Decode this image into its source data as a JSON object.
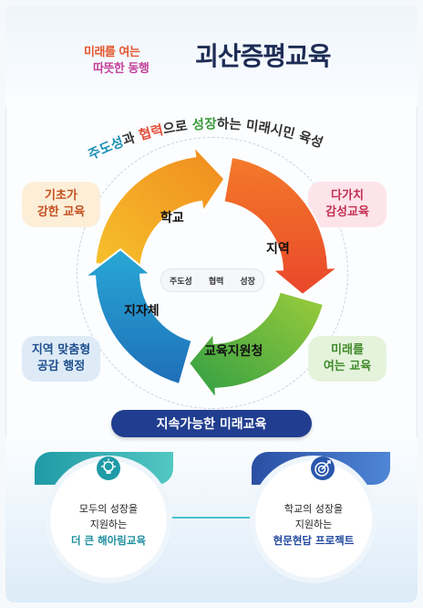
{
  "header": {
    "logo_line1": "미래를 여는",
    "logo_line2": "따뜻한 동행",
    "title": "괴산증평교육"
  },
  "slogan": {
    "parts": [
      {
        "text": "주도성",
        "color": "#1a8fb5"
      },
      {
        "text": "과 ",
        "color": "#333333"
      },
      {
        "text": "협력",
        "color": "#e24f3b"
      },
      {
        "text": "으로 ",
        "color": "#333333"
      },
      {
        "text": "성장",
        "color": "#3c9b3c"
      },
      {
        "text": "하는 미래시민 육성",
        "color": "#333333"
      }
    ]
  },
  "side_labels": {
    "top_left": [
      "기초가",
      "강한 교육"
    ],
    "top_right": [
      "다가치",
      "감성교육"
    ],
    "bottom_left": [
      "지역 맞춤형",
      "공감 행정"
    ],
    "bottom_right": [
      "미래를",
      "여는 교육"
    ]
  },
  "cycle": {
    "segments": [
      {
        "label": "학교",
        "color_from": "#f6c12c",
        "color_to": "#f08a1e"
      },
      {
        "label": "지역",
        "color_from": "#f47a2a",
        "color_to": "#e9472b"
      },
      {
        "label": "교육지원청",
        "color_from": "#9ccc3b",
        "color_to": "#2f9e44"
      },
      {
        "label": "지자체",
        "color_from": "#1f6fb8",
        "color_to": "#28a8d6"
      }
    ],
    "center": [
      "주도성",
      "협력",
      "성장"
    ]
  },
  "banner": {
    "text": "지속가능한 미래교육"
  },
  "cards": [
    {
      "icon": "lightbulb-icon",
      "lines": [
        "모두의 성장을",
        "지원하는"
      ],
      "highlight": "더 큰 해아림교육",
      "accent": "#1f8fa0"
    },
    {
      "icon": "target-icon",
      "lines": [
        "학교의 성장을",
        "지원하는"
      ],
      "highlight": "현문현답 프로젝트",
      "accent": "#234aa0"
    }
  ]
}
